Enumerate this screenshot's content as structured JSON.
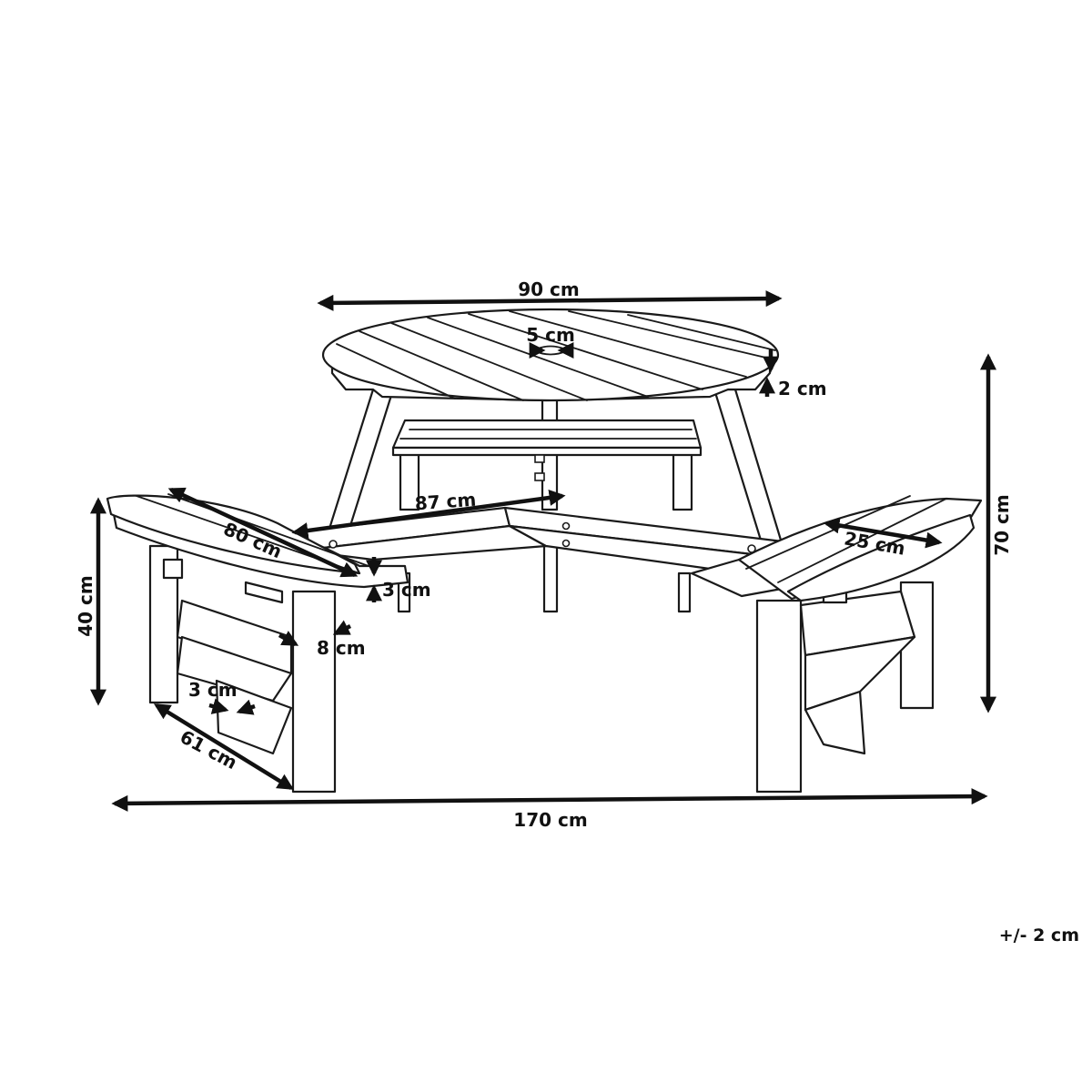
{
  "diagram": {
    "subject": "picnic-table-with-benches",
    "dimensions": {
      "table_diameter": "90 cm",
      "umbrella_hole": "5 cm",
      "table_top_thickness": "2 cm",
      "total_height": "70 cm",
      "inner_span": "87 cm",
      "bench_length": "80 cm",
      "bench_seat_width": "25 cm",
      "bench_top_thickness": "3 cm",
      "bench_height": "40 cm",
      "leg_width": "8 cm",
      "leg_thickness": "3 cm",
      "bench_depth": "61 cm",
      "total_width": "170 cm"
    },
    "tolerance": "+/- 2 cm"
  }
}
